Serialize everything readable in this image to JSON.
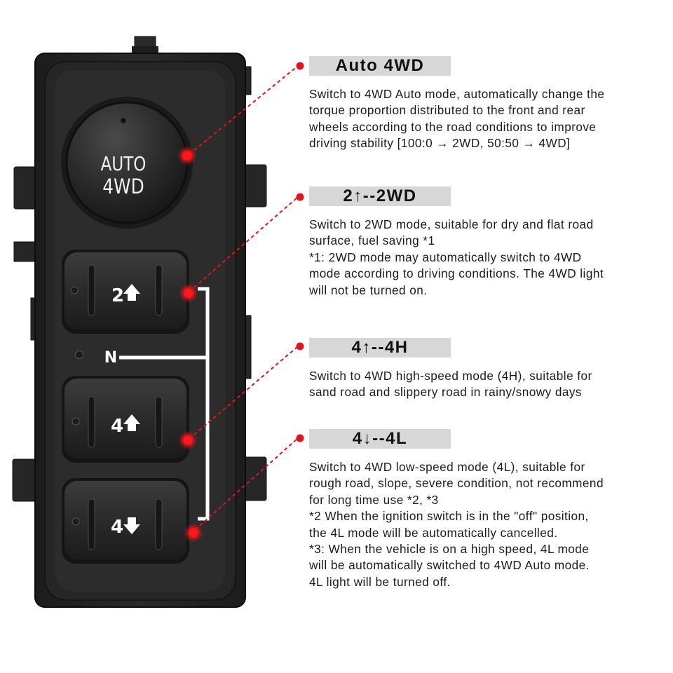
{
  "switch": {
    "auto_line1": "AUTO",
    "auto_line2": "4WD",
    "btn_2hi": "2",
    "btn_4hi": "4",
    "btn_4lo": "4",
    "neutral": "N"
  },
  "callouts": [
    {
      "header": "Auto 4WD",
      "lines": [
        "Switch to 4WD Auto mode, automatically change the",
        "torque proportion distributed to the front and rear",
        "wheels according to the road conditions to improve",
        "driving stability [100:0 → 2WD, 50:50 → 4WD]"
      ]
    },
    {
      "header": "2↑--2WD",
      "lines": [
        "Switch to 2WD mode, suitable for dry and flat road",
        "surface, fuel saving *1",
        "*1: 2WD mode may automatically switch to 4WD",
        "mode according to driving conditions. The 4WD light",
        "will not be turned on."
      ]
    },
    {
      "header": "4↑--4H",
      "lines": [
        "Switch to 4WD high-speed mode (4H), suitable for",
        "sand road and slippery road in rainy/snowy days"
      ]
    },
    {
      "header": "4↓--4L",
      "lines": [
        "Switch to 4WD low-speed mode (4L), suitable for",
        "rough road, slope, severe condition, not recommend",
        "for long time use *2, *3",
        "*2 When the ignition switch is in the \"off\" position,",
        "the 4L mode will be automatically cancelled.",
        "*3: When the vehicle is on a high speed, 4L mode",
        "will be automatically switched to 4WD Auto mode.",
        "4L light will be turned off."
      ]
    }
  ],
  "colors": {
    "accent_red": "#e0141c",
    "header_bg": "#d7d7d7",
    "body_dark": "#222222"
  }
}
